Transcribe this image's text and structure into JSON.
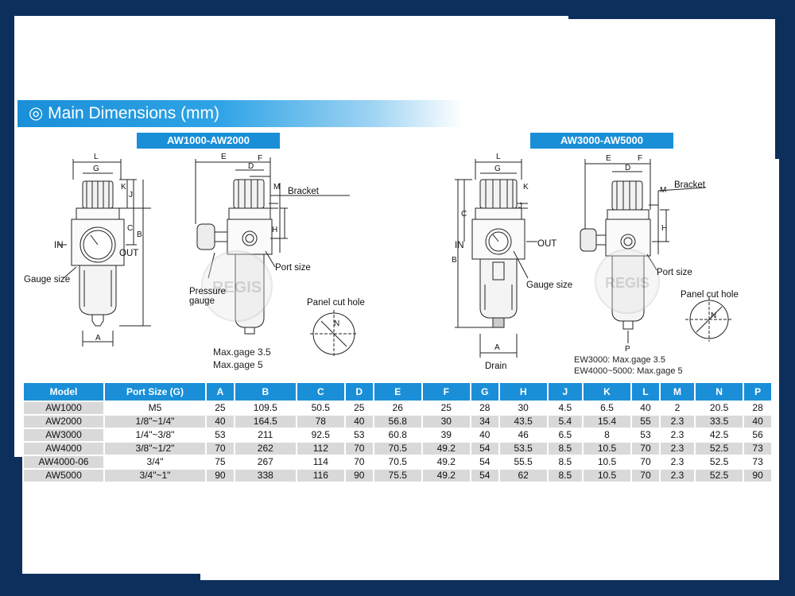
{
  "header": {
    "title": "◎ Main Dimensions (mm)"
  },
  "series": {
    "small": {
      "label": "AW1000-AW2000"
    },
    "large": {
      "label": "AW3000-AW5000"
    }
  },
  "diagram_labels": {
    "L": "L",
    "G": "G",
    "K": "K",
    "J": "J",
    "C": "C",
    "B": "B",
    "IN": "IN",
    "OUT": "OUT",
    "A": "A",
    "E": "E",
    "D": "D",
    "F": "F",
    "M": "M",
    "H": "H",
    "N": "N",
    "P": "P",
    "bracket": "Bracket",
    "port_size": "Port size",
    "gauge_size": "Gauge size",
    "pressure": "Pressure",
    "gauge": "gauge",
    "panel_cut_hole": "Panel cut hole",
    "drain": "Drain",
    "watermark": "REGIS"
  },
  "notes": {
    "small_gage_1": "Max.gage 3.5",
    "small_gage_2": "Max.gage 5",
    "large_gage_1": "EW3000: Max.gage 3.5",
    "large_gage_2": "EW4000~5000: Max.gage 5"
  },
  "table": {
    "headers": [
      "Model",
      "Port Size (G)",
      "A",
      "B",
      "C",
      "D",
      "E",
      "F",
      "G",
      "H",
      "J",
      "K",
      "L",
      "M",
      "N",
      "P"
    ],
    "rows": [
      [
        "AW1000",
        "M5",
        "25",
        "109.5",
        "50.5",
        "25",
        "26",
        "25",
        "28",
        "30",
        "4.5",
        "6.5",
        "40",
        "2",
        "20.5",
        "28"
      ],
      [
        "AW2000",
        "1/8\"~1/4\"",
        "40",
        "164.5",
        "78",
        "40",
        "56.8",
        "30",
        "34",
        "43.5",
        "5.4",
        "15.4",
        "55",
        "2.3",
        "33.5",
        "40"
      ],
      [
        "AW3000",
        "1/4\"~3/8\"",
        "53",
        "211",
        "92.5",
        "53",
        "60.8",
        "39",
        "40",
        "46",
        "6.5",
        "8",
        "53",
        "2.3",
        "42.5",
        "56"
      ],
      [
        "AW4000",
        "3/8\"~1/2\"",
        "70",
        "262",
        "112",
        "70",
        "70.5",
        "49.2",
        "54",
        "53.5",
        "8.5",
        "10.5",
        "70",
        "2.3",
        "52.5",
        "73"
      ],
      [
        "AW4000-06",
        "3/4\"",
        "75",
        "267",
        "114",
        "70",
        "70.5",
        "49.2",
        "54",
        "55.5",
        "8.5",
        "10.5",
        "70",
        "2.3",
        "52.5",
        "73"
      ],
      [
        "AW5000",
        "3/4\"~1\"",
        "90",
        "338",
        "116",
        "90",
        "75.5",
        "49.2",
        "54",
        "62",
        "8.5",
        "10.5",
        "70",
        "2.3",
        "52.5",
        "90"
      ]
    ]
  }
}
